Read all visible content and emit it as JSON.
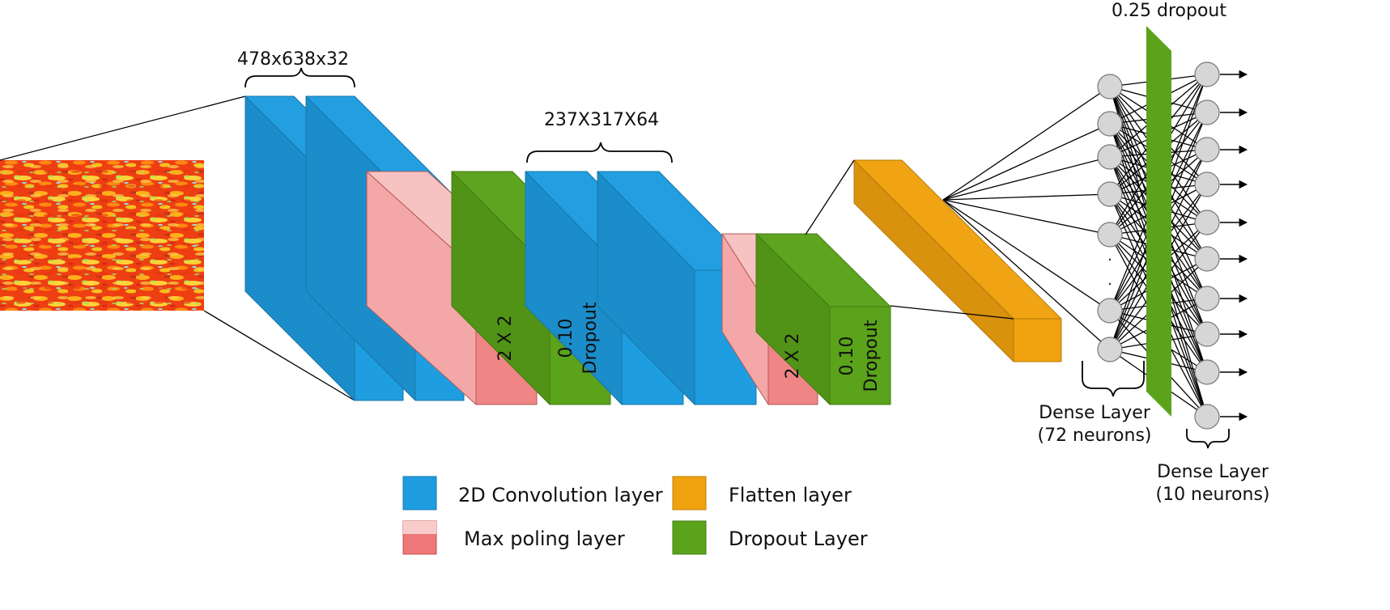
{
  "dimension_labels": {
    "first_conv": "478x638x32",
    "second_conv": "237X317X64"
  },
  "layer_text": {
    "pool_1": "2 X 2",
    "dropout_1_rate": "0.10",
    "dropout_1_name": "Dropout",
    "pool_2": "2 X 2",
    "dropout_2_rate": "0.10",
    "dropout_2_name": "Dropout"
  },
  "dense": {
    "dropout_label": "0.25  dropout",
    "hidden_line1": "Dense Layer",
    "hidden_line2": "(72 neurons)",
    "output_line1": "Dense Layer",
    "output_line2": "(10 neurons)"
  },
  "legend": {
    "items": [
      {
        "label": "2D Convolution layer",
        "color": "#1e9de0"
      },
      {
        "label": "Flatten layer",
        "color": "#f0a20e"
      },
      {
        "label": "Max poling layer",
        "color": "#ee7777"
      },
      {
        "label": "Dropout Layer",
        "color": "#5aa31a"
      }
    ]
  },
  "colors": {
    "conv": "#1e9de0",
    "pool": "#ee7777",
    "dropout": "#5aa31a",
    "flatten": "#f0a20e",
    "neuron": "#d6d6d6"
  }
}
